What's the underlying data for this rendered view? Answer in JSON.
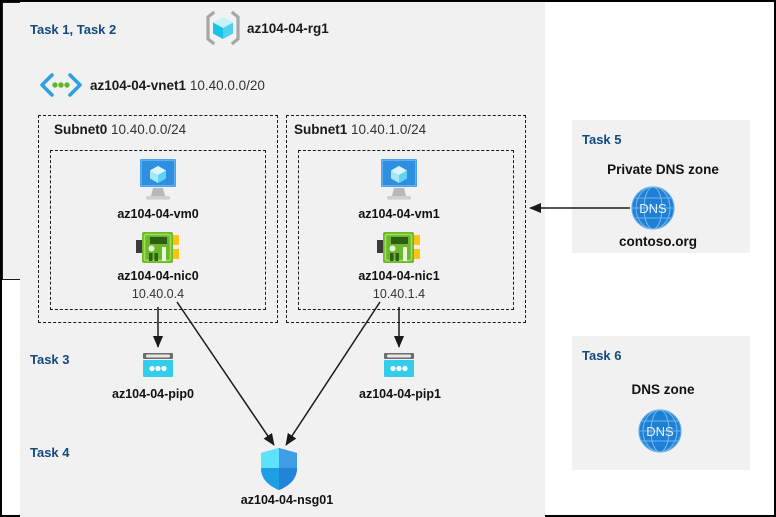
{
  "diagram": {
    "title": "Azure AZ-104 Lab 04 resource diagram",
    "colors": {
      "task_label": "#12497f",
      "panel_bg": "#f1f1f1",
      "page_bg": "#ffffff",
      "border": "#1a1a1a",
      "vm_icon_blue": "#2e8fe0",
      "nic_icon_green": "#6bb52e",
      "pip_icon_cyan": "#33cdec",
      "nsg_icon_blue": "#3ac4f2",
      "dns_icon_blue": "#1f7fd4",
      "vnet_icon_blue": "#32bde8",
      "rg_icon_cyan": "#86e2f5"
    }
  },
  "resource_group": {
    "task_label": "Task 1, Task 2",
    "icon": "resource-group-icon",
    "name": "az104-04-rg1"
  },
  "vnet": {
    "icon": "virtual-network-icon",
    "name": "az104-04-vnet1",
    "cidr": "10.40.0.0/20"
  },
  "subnets": [
    {
      "name": "Subnet0",
      "cidr": "10.40.0.0/24",
      "vm": {
        "icon": "virtual-machine-icon",
        "label": "az104-04-vm0"
      },
      "nic": {
        "icon": "network-interface-icon",
        "label": "az104-04-nic0",
        "ip": "10.40.0.4"
      }
    },
    {
      "name": "Subnet1",
      "cidr": "10.40.1.0/24",
      "vm": {
        "icon": "virtual-machine-icon",
        "label": "az104-04-vm1"
      },
      "nic": {
        "icon": "network-interface-icon",
        "label": "az104-04-nic1",
        "ip": "10.40.1.4"
      }
    }
  ],
  "task3": {
    "task_label": "Task 3",
    "public_ips": [
      {
        "icon": "public-ip-address-icon",
        "label": "az104-04-pip0"
      },
      {
        "icon": "public-ip-address-icon",
        "label": "az104-04-pip1"
      }
    ]
  },
  "task4": {
    "task_label": "Task 4",
    "nsg": {
      "icon": "network-security-group-icon",
      "label": "az104-04-nsg01"
    }
  },
  "task5": {
    "task_label": "Task 5",
    "heading": "Private DNS zone",
    "icon": "dns-zone-icon",
    "icon_text": "DNS",
    "zone_name": "contoso.org"
  },
  "task6": {
    "task_label": "Task 6",
    "heading": "DNS zone",
    "icon": "dns-zone-icon",
    "icon_text": "DNS"
  }
}
